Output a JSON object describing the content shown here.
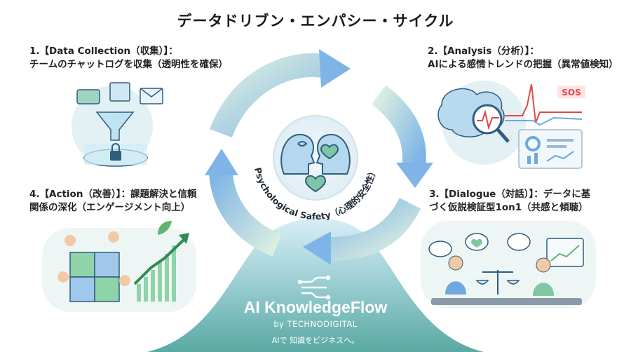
{
  "title": "データドリブン・エンパシー・サイクル",
  "steps": [
    {
      "line1": "1.【Data Collection（収集）】：",
      "line2": "チームのチャットログを収集（透明性を確保）"
    },
    {
      "line1": "2.【Analysis（分析）】：",
      "line2": "AIによる感情トレンドの把握（異常値検知）"
    },
    {
      "line1": "3.【Dialogue（対話）】：データに基",
      "line2": "づく仮説検証型1on1（共感と傾聴）"
    },
    {
      "line1": "4.【Action（改善）】：課題解決と信頼",
      "line2": "関係の深化（エンゲージメント向上）"
    }
  ],
  "center_label": "Psychological Safety（心理的安全性）",
  "analysis_badge": "SOS",
  "brand": {
    "name": "AI KnowledgeFlow",
    "by": "by TECHNODIGITAL",
    "tagline": "AIで 知識をビジネスへ。"
  },
  "colors": {
    "accent_blue": "#6fa8dc",
    "accent_green": "#8fd3a8",
    "alert_red": "#e0484a",
    "brand_teal": "#5aa9a3"
  }
}
